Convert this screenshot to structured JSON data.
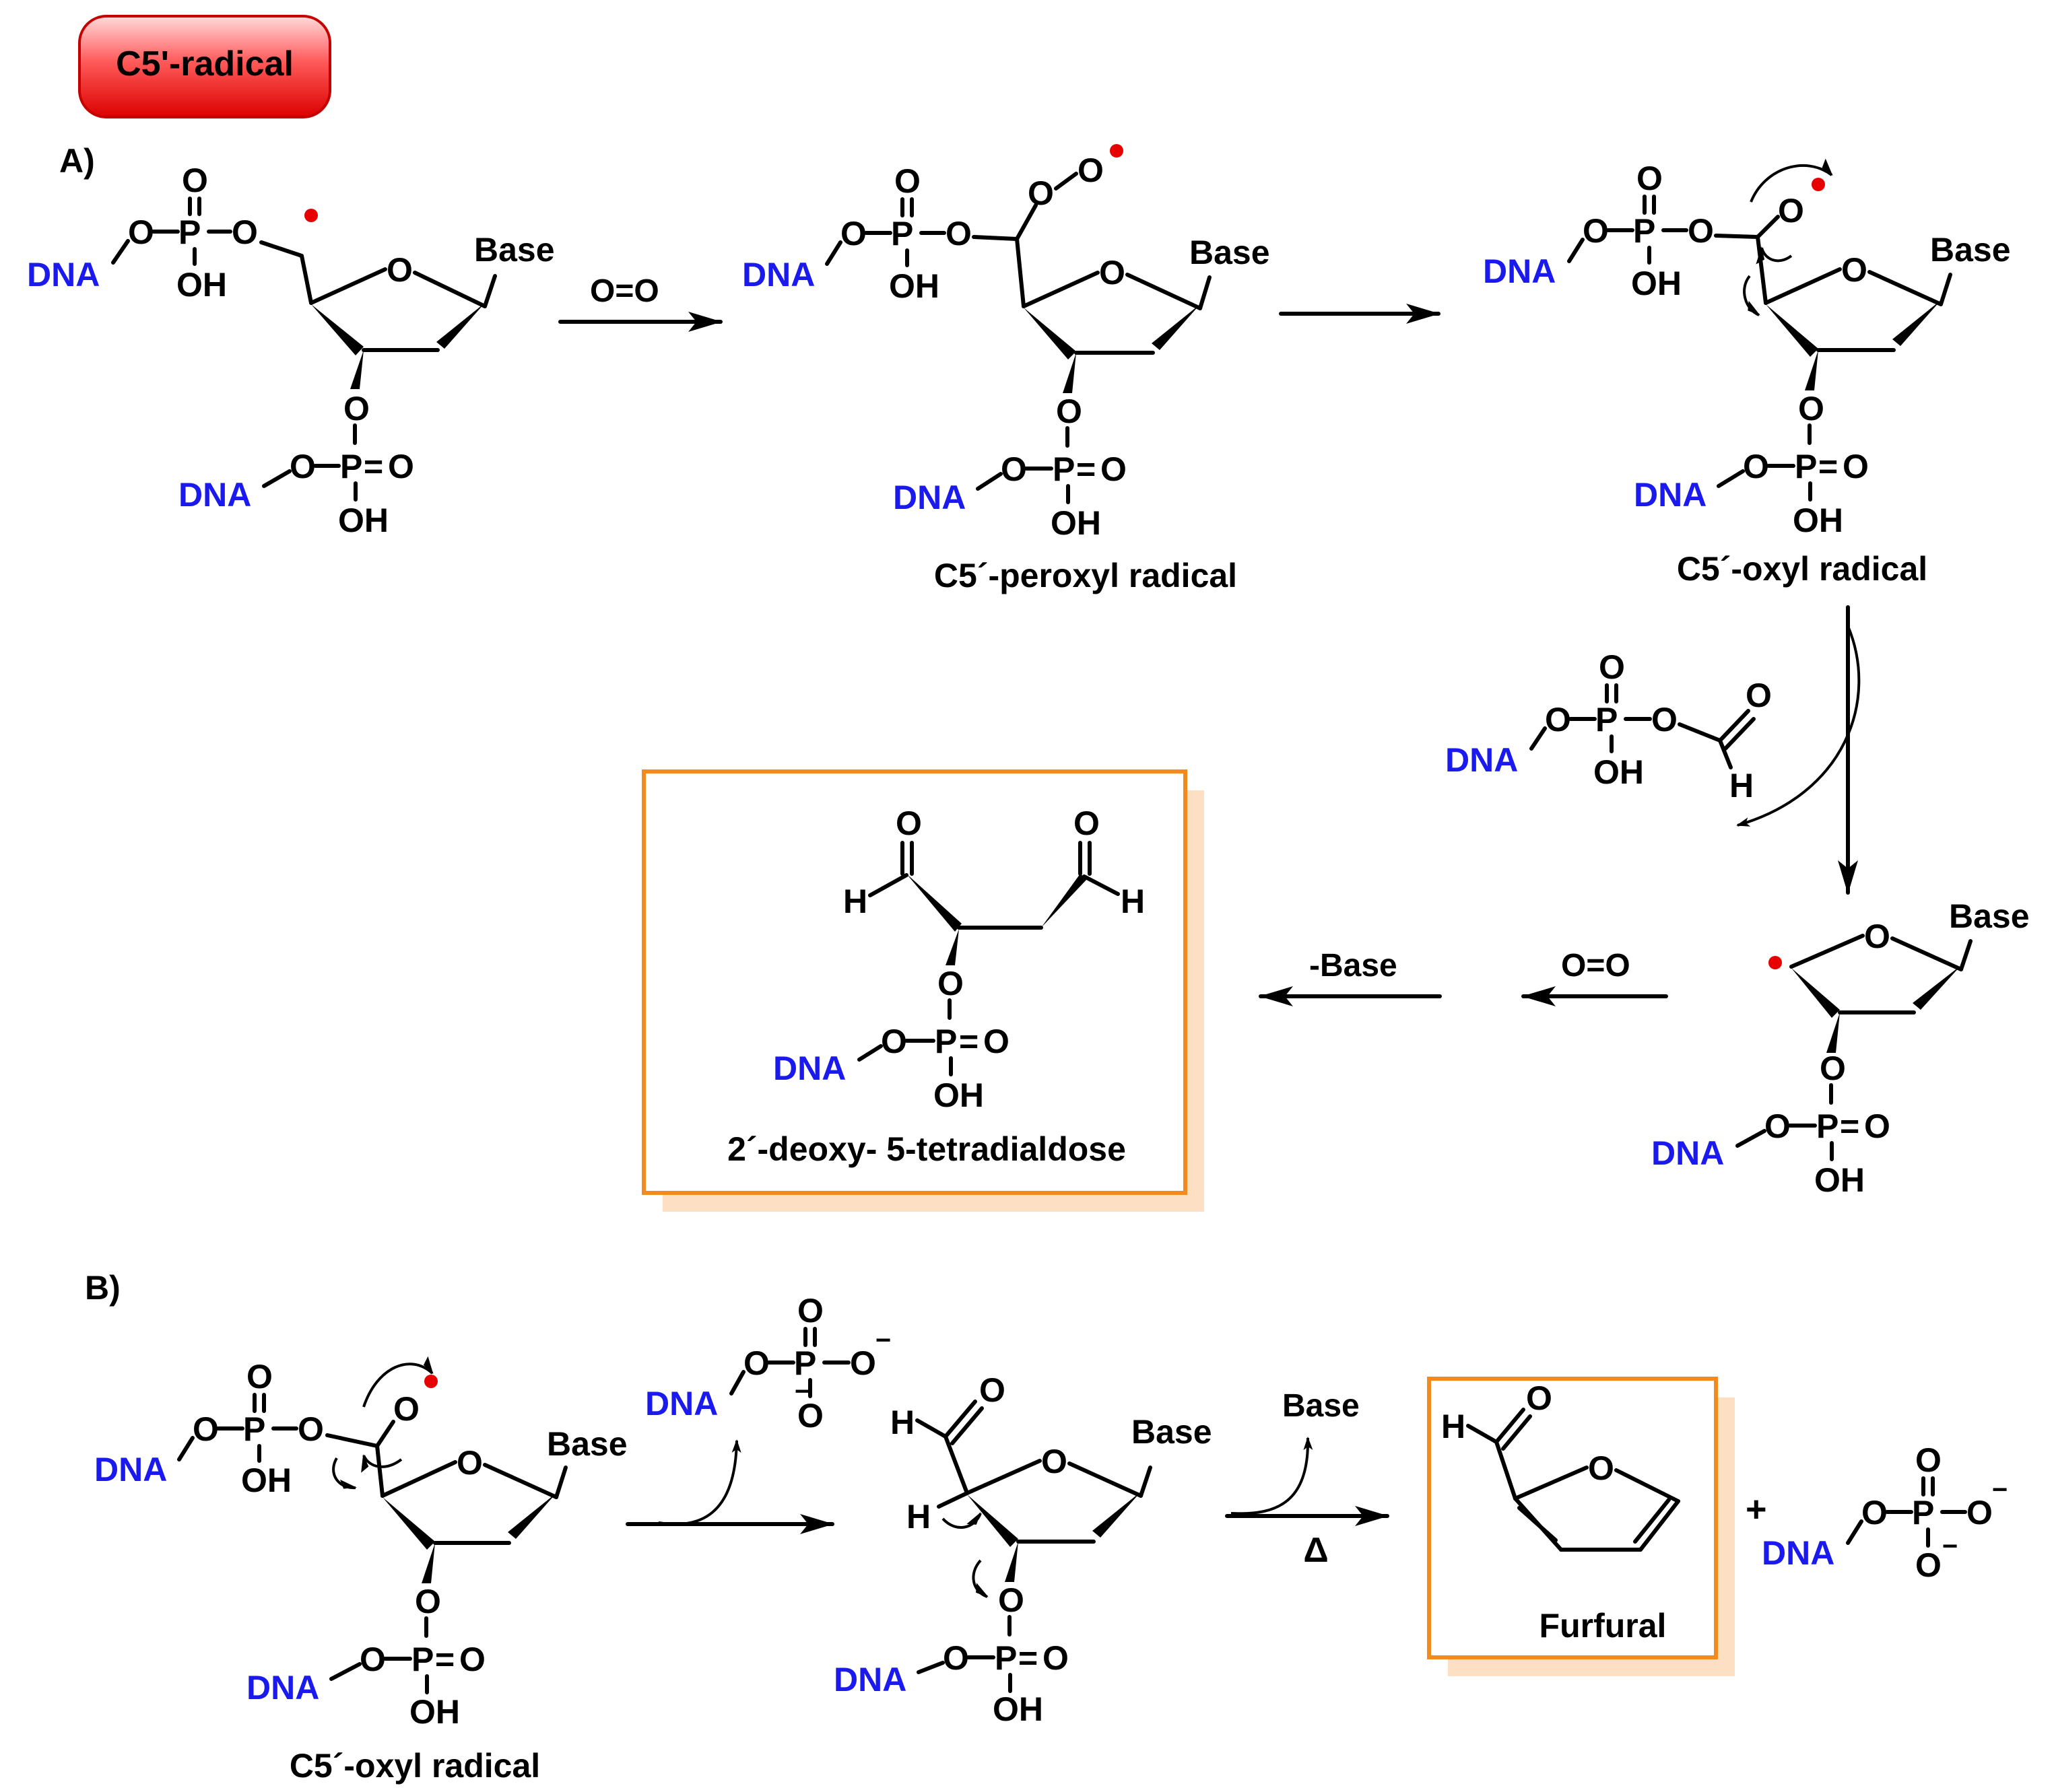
{
  "badge": {
    "text": "C5'-radical",
    "color": "#e60000"
  },
  "panels": {
    "a": "A)",
    "b": "B)"
  },
  "atoms": {
    "dna": "DNA",
    "base": "Base",
    "oh": "OH",
    "o": "O",
    "p": "P",
    "h": "H",
    "minus": "−",
    "eq": "=",
    "dash": "–"
  },
  "reagents": {
    "oxygen": "O=O",
    "minus_base": "-Base",
    "base": "Base",
    "heat": "Δ",
    "plus": "+"
  },
  "labels": {
    "peroxyl": "C5´-peroxyl radical",
    "oxyl_a": "C5´-oxyl radical",
    "dialdose": "2´-deoxy- 5-tetradialdose",
    "furfural": "Furfural",
    "oxyl_b": "C5´-oxyl radical"
  },
  "colors": {
    "dna": "#1a1aee",
    "radical": "#e60000",
    "highlight": "#f28a1e",
    "shadow": "#fde0c4"
  }
}
